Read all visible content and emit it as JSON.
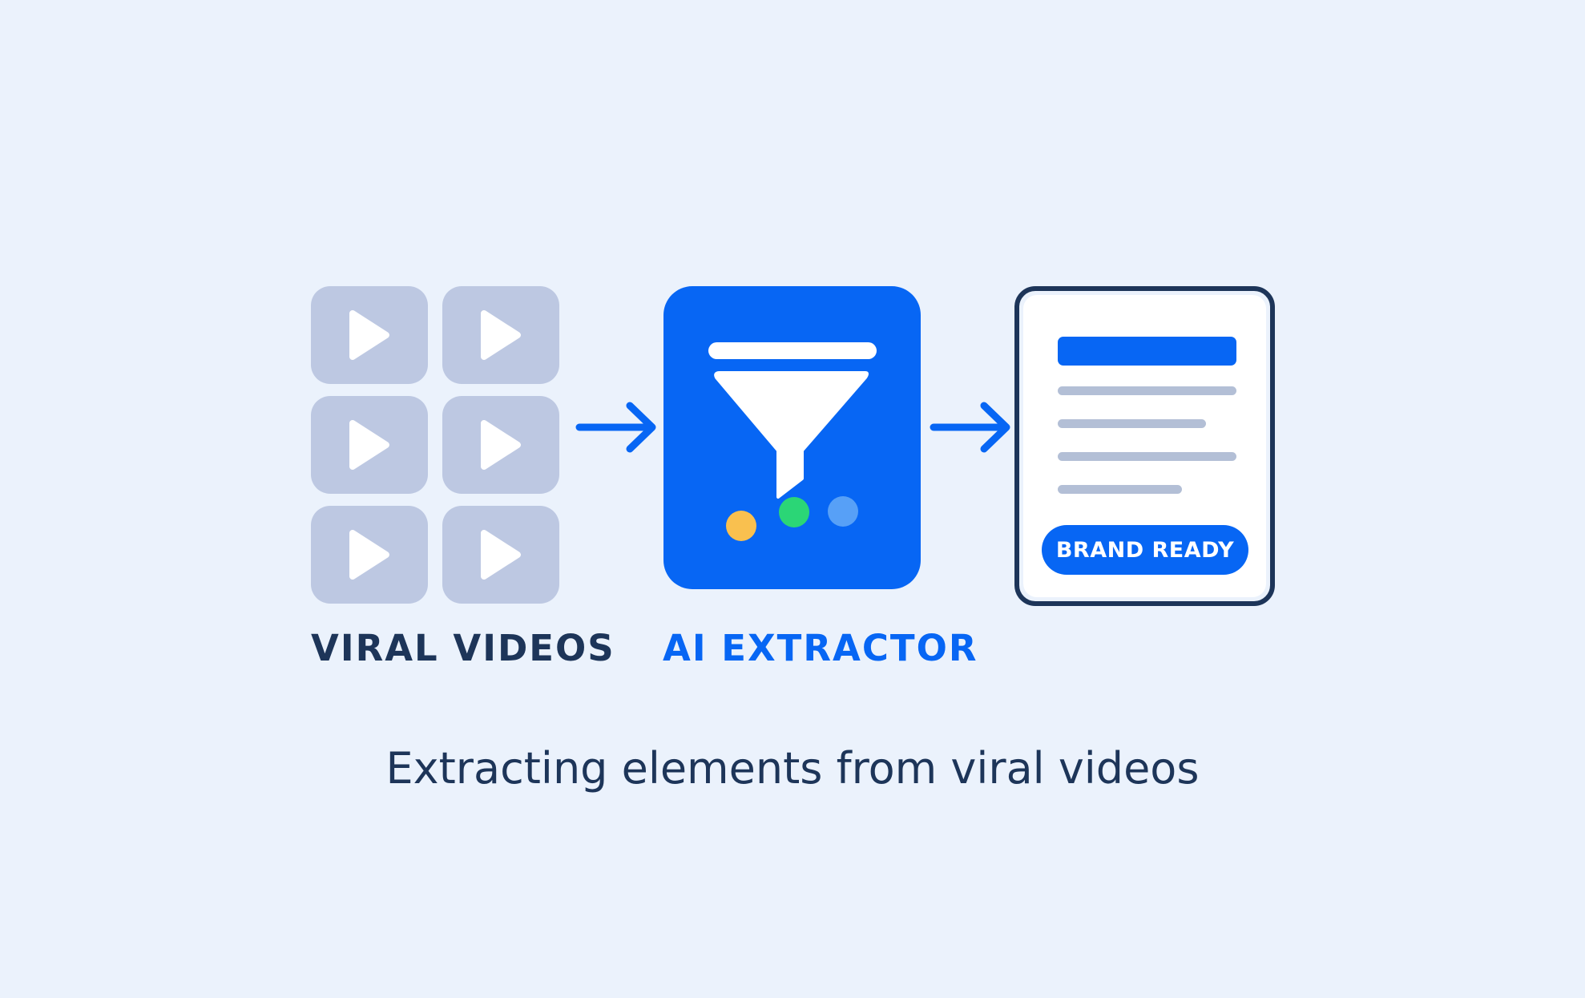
{
  "colors": {
    "background": "#ebf2fc",
    "accent": "#0766f4",
    "dark_text": "#1d3559",
    "tile_gray": "#bdc8e2",
    "line_gray": "#b3bfd6",
    "dot_yellow": "#f9c04f",
    "dot_green": "#2bd676",
    "dot_light_blue": "#57a0f7"
  },
  "steps": {
    "videos": {
      "label": "VIRAL VIDEOS",
      "tile_icon": "play-icon",
      "tile_count": 6
    },
    "extractor": {
      "label": "AI EXTRACTOR",
      "icon": "funnel-icon",
      "dots": [
        "yellow",
        "green",
        "light-blue"
      ]
    },
    "output": {
      "icon": "document-icon",
      "badge": "BRAND READY"
    }
  },
  "arrows": [
    "arrow-right-icon",
    "arrow-right-icon"
  ],
  "caption": "Extracting elements from viral videos"
}
